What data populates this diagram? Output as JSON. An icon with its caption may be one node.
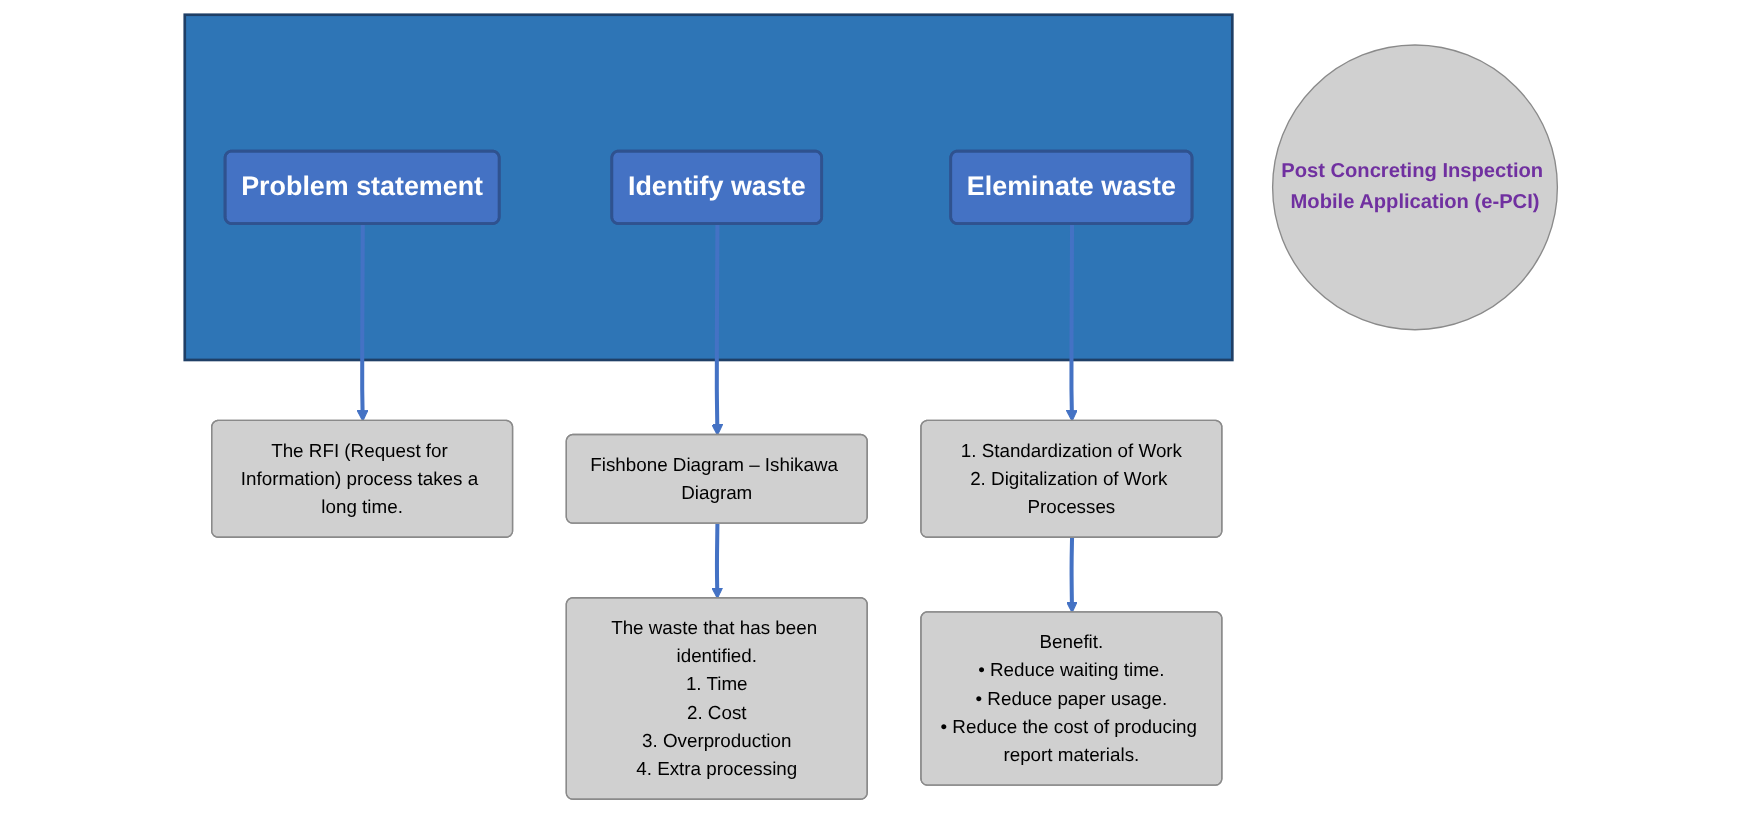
{
  "diagram": {
    "nodes": [
      {
        "text": [],
        "shape": "arrow"
      },
      {
        "text": [
          "Problem statement"
        ],
        "in": 0
      },
      {
        "text": [
          "Identify waste"
        ],
        "in": 0
      },
      {
        "text": [
          "Eleminate waste"
        ],
        "in": 0
      },
      {
        "text": [
          "The RFI (Request for Information) process takes a long time."
        ]
      },
      {
        "text": [
          "Fishbone Diagram – Ishikawa Diagram"
        ]
      },
      {
        "text": [
          "1. Standardization of Work",
          "2. Digitalization of Work Processes"
        ]
      },
      {
        "text": [
          "Post Concreting Inspection Mobile Application (e-PCI)"
        ]
      },
      {
        "text": [
          "The waste that has been identified.",
          "1. Time",
          "2. Cost",
          "3. Overproduction",
          "4. Extra processing"
        ]
      },
      {
        "text": [
          "Benefit.",
          "• Reduce waiting time.",
          "• Reduce paper usage.",
          "• Reduce the cost of producing report materials."
        ]
      }
    ],
    "edges": [
      {
        "from": 1,
        "to": 4,
        "arrow": "to"
      },
      {
        "from": 2,
        "to": 5,
        "arrow": "to"
      },
      {
        "from": 3,
        "to": 6,
        "arrow": "to"
      },
      {
        "from": 5,
        "to": 8,
        "arrow": "to"
      },
      {
        "from": 6,
        "to": 9,
        "arrow": "to"
      }
    ]
  }
}
